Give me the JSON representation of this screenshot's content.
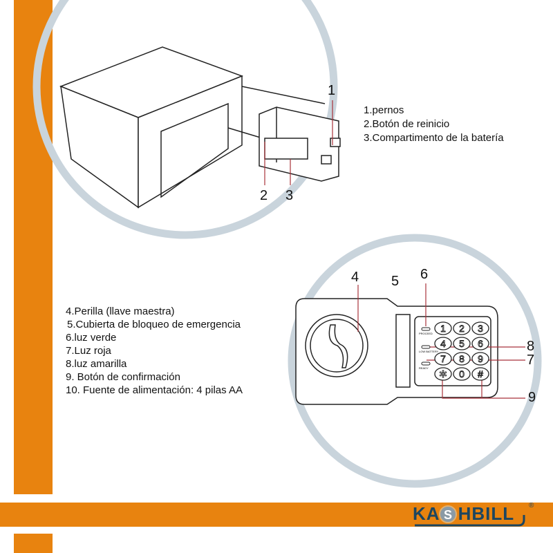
{
  "callouts_top": [
    "1",
    "2",
    "3"
  ],
  "legend_top": [
    "1.pernos",
    "2.Botón de reinicio",
    "3.Compartimento de la batería"
  ],
  "callouts_bottom": [
    "4",
    "5",
    "6",
    "7",
    "8",
    "9"
  ],
  "legend_bottom": [
    "4.Perilla (llave maestra)",
    "5.Cubierta de bloqueo de emergencia",
    "6.luz verde",
    "7.Luz roja",
    "8.luz amarilla",
    "9. Botón de confirmación",
    "10. Fuente de alimentación: 4 pilas AA"
  ],
  "keypad": [
    "1",
    "2",
    "3",
    "4",
    "5",
    "6",
    "7",
    "8",
    "9",
    "✲",
    "0",
    "#"
  ],
  "indicators": [
    "PROCEED",
    "LOW BATTERY",
    "READY"
  ],
  "brand": {
    "name": "KASHBILL",
    "registered": "®"
  },
  "colors": {
    "orange": "#e8830f",
    "circle": "#c9d4dc",
    "brand": "#1d4660",
    "callout_line": "#a8323a"
  }
}
